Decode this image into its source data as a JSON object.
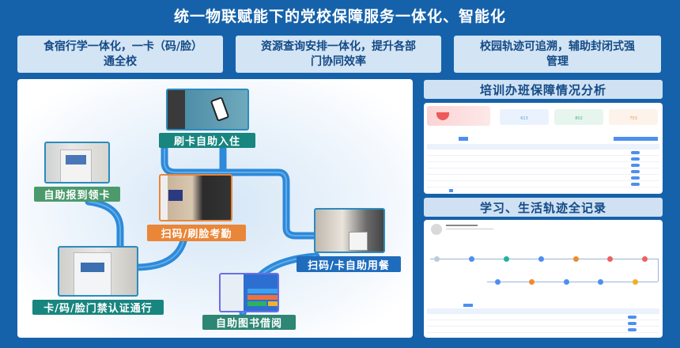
{
  "title": "统一物联赋能下的党校保障服务一体化、智能化",
  "features": [
    "食宿行学一体化，一卡（码/脸）通全校",
    "资源查询安排一体化，提升各部门协同效率",
    "校园轨迹可追溯，辅助封闭式强管理"
  ],
  "services": [
    {
      "label": "刷卡自助入住",
      "color": "#18857f"
    },
    {
      "label": "自助报到领卡",
      "color": "#4c9a6c"
    },
    {
      "label": "扫码/刷脸考勤",
      "color": "#ea8637"
    },
    {
      "label": "扫码/卡自助用餐",
      "color": "#1f6cbd"
    },
    {
      "label": "卡/码/脸门禁认证通行",
      "color": "#18857f"
    },
    {
      "label": "自助图书借阅",
      "color": "#2e8674"
    }
  ],
  "sections": {
    "training": {
      "title": "培训办班保障情况分析",
      "stats": [
        "613",
        "802",
        "753"
      ]
    },
    "trajectory": {
      "title": "学习、生活轨迹全记录"
    }
  },
  "colors": {
    "background": "#1662aa",
    "pipe": "#1a7fd6"
  }
}
